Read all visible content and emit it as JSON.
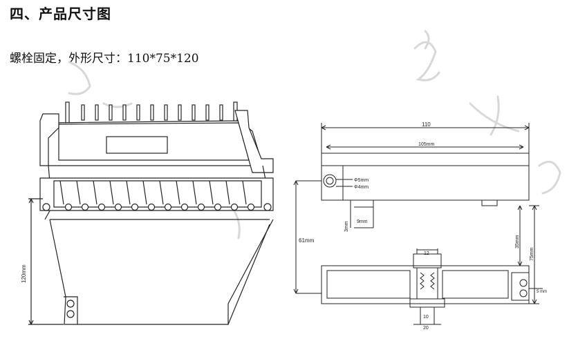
{
  "section": {
    "title": "四、产品尺寸图"
  },
  "spec": {
    "text": "螺栓固定，外形尺寸：110*75*120"
  },
  "iso_view": {
    "height_label": "120mm"
  },
  "drawing": {
    "overall_width": "110",
    "inner_width": "105mm",
    "hole_large": "Φ5mm",
    "hole_small": "Φ4mm",
    "dim_3mm": "3mm",
    "dim_9mm": "9mm",
    "dim_61mm": "61mm",
    "dim_35mm": "35mm",
    "dim_75mm": "75mm",
    "dim_12": "12",
    "dim_10": "10",
    "dim_20": "20",
    "dim_5mm": "5 mm"
  },
  "colors": {
    "line": "#222222",
    "watermark": "#d4d4d4"
  }
}
